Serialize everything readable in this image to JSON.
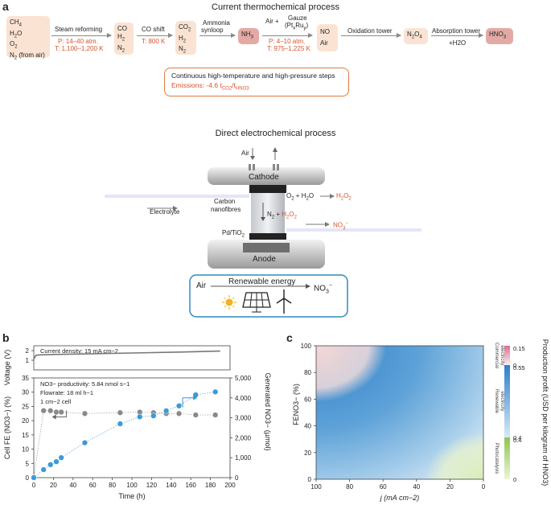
{
  "panel_a": {
    "letter": "a",
    "thermo_title": "Current thermochemical process",
    "feed": [
      "CH4",
      "H2O",
      "O2",
      "N2 (from air)"
    ],
    "steam_label": "Steam reforming",
    "steam_cond_p": "P: 14–40 atm.",
    "steam_cond_t": "T: 1,100–1,200 K",
    "syngas": [
      "CO",
      "H2",
      "N2"
    ],
    "co_shift_label": "CO shift",
    "co_shift_cond": "T: 800 K",
    "shifted": [
      "CO2",
      "H2",
      "N2"
    ],
    "ammonia_label_1": "Ammonia",
    "ammonia_label_2": "synloop",
    "nh3": "NH3",
    "gauze_label_1": "Air +",
    "gauze_label_2": "Gauze",
    "gauze_label_3": "(PtxRuy)",
    "gauze_cond_p": "P: 4–10 atm.",
    "gauze_cond_t": "T: 975–1,225 K",
    "no_air": [
      "NO",
      "Air"
    ],
    "oxidation_label": "Oxidation tower",
    "n2o4": "N2O4",
    "absorption_label_1": "Absorption tower",
    "absorption_label_2": "+H2O",
    "hno3": "HNO3",
    "emission_line1": "Continuous high-temperature and high-pressure steps",
    "emission_line2": "Emissions: -4.6 tCO2/tHNO3",
    "electro_title": "Direct electrochemical process",
    "air_in": "Air",
    "cathode": "Cathode",
    "anode": "Anode",
    "o2_h2o": "O2 + H2O",
    "h2o2_out": "H2O2",
    "electrolyte": "Electrolyte",
    "carbon_1": "Carbon",
    "carbon_2": "nanofibres",
    "n2_h2o2": "N2 + H2O2",
    "no3_out": "NO3−",
    "pdtio2": "Pd/TiO2",
    "renew_air": "Air",
    "renew_label": "Renewable energy",
    "renew_out": "NO3−"
  },
  "panel_b": {
    "letter": "b",
    "colors": {
      "fe": "#8a8a8a",
      "no3": "#3b9ad8",
      "voltage": "#777777"
    },
    "chart_data": [
      {
        "type": "line",
        "xlabel": "",
        "ylabel": "Voltage (V)",
        "ylim": [
          0,
          2.5
        ],
        "yticks": [
          "1",
          "2"
        ],
        "annotation": "Current density: 15 mA cm−2",
        "x": [
          0,
          2,
          5,
          20,
          50,
          100,
          150,
          190
        ],
        "values": [
          1.1,
          1.5,
          1.55,
          1.6,
          1.65,
          1.75,
          1.85,
          1.95
        ]
      },
      {
        "type": "scatter",
        "xlabel": "Time (h)",
        "ylabel": "Cell FE (NO3−) (%)",
        "y2label": "Generated NO3− (µmol)",
        "xlim": [
          0,
          200
        ],
        "ylim": [
          0,
          35
        ],
        "y2lim": [
          0,
          5000
        ],
        "xticks": [
          "0",
          "20",
          "40",
          "60",
          "80",
          "100",
          "120",
          "140",
          "160",
          "180",
          "200"
        ],
        "yticks": [
          "0",
          "5",
          "10",
          "15",
          "20",
          "25",
          "30",
          "35"
        ],
        "y2ticks": [
          "0",
          "1,000",
          "2,000",
          "3,000",
          "4,000",
          "5,000"
        ],
        "annotations": [
          "NO3− productivity: 5.84 nmol s−1",
          "Flowrate: 18 ml h−1",
          "1 cm−2 cell"
        ],
        "series": [
          {
            "name": "Cell FE (NO3−)",
            "axis": "left",
            "x": [
              0,
              10,
              17,
              23,
              28,
              52,
              88,
              108,
              122,
              135,
              148,
              165,
              185
            ],
            "values": [
              0,
              23.5,
              23.5,
              23,
              23,
              22.5,
              22.8,
              23,
              22.8,
              22.5,
              22.5,
              22,
              22
            ]
          },
          {
            "name": "Generated NO3−",
            "axis": "right",
            "x": [
              0,
              10,
              17,
              23,
              28,
              52,
              88,
              108,
              122,
              135,
              148,
              165,
              185
            ],
            "values": [
              0,
              400,
              650,
              800,
              1000,
              1750,
              2700,
              3050,
              3100,
              3350,
              3600,
              4150,
              4300
            ]
          }
        ]
      }
    ]
  },
  "panel_c": {
    "letter": "c",
    "chart_data": {
      "type": "heatmap",
      "xlabel": "j (mA cm−2)",
      "ylabel": "FENO3− (%)",
      "xlim": [
        100,
        0
      ],
      "ylim": [
        0,
        100
      ],
      "xticks": [
        "100",
        "80",
        "60",
        "40",
        "20",
        "0"
      ],
      "yticks": [
        "0",
        "20",
        "40",
        "60",
        "80",
        "100"
      ],
      "colorbar_label": "Production profit (USD per kilogram of HNO3)",
      "colorbar_segments": [
        {
          "name": "Commercial electricity",
          "range": [
            0,
            0.15
          ],
          "color_low": "#ffffff",
          "color_high": "#e06b95",
          "ticks": [
            "0.15",
            "0"
          ]
        },
        {
          "name": "Renewable electricity",
          "range": [
            0.4,
            0.55
          ],
          "color_low": "#d6ebf7",
          "color_high": "#2e7fcb",
          "ticks": [
            "0.55",
            "0.4"
          ]
        },
        {
          "name": "Photocatalysis",
          "range": [
            0,
            0.4
          ],
          "color_low": "#eef5d8",
          "color_high": "#8cc653",
          "ticks": [
            "0.4",
            "0"
          ]
        }
      ]
    }
  }
}
